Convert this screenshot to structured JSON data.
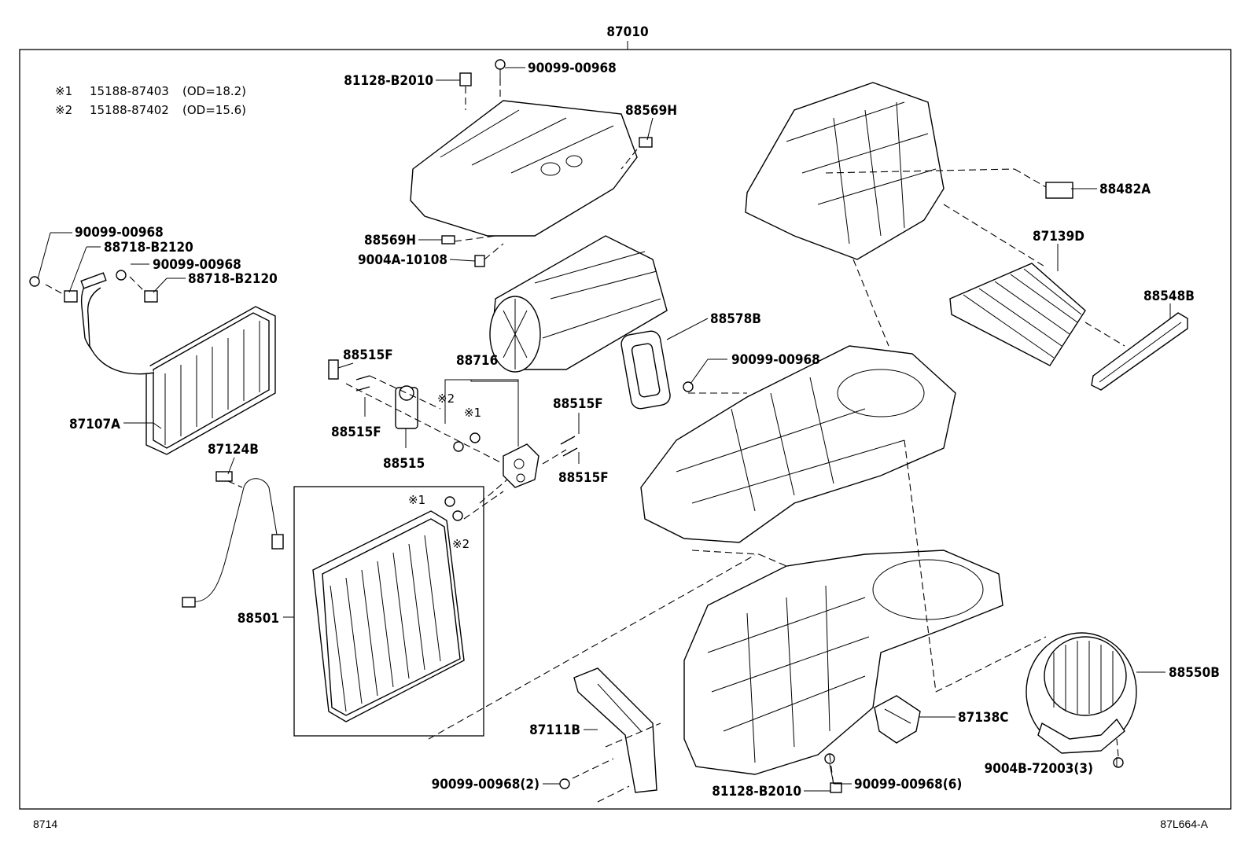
{
  "diagram": {
    "top_label": "87010",
    "footer_left": "8714",
    "footer_right": "87L664-A",
    "notes": [
      {
        "mark": "※1",
        "part": "15188-87403",
        "spec": "(OD=18.2)"
      },
      {
        "mark": "※2",
        "part": "15188-87402",
        "spec": "(OD=15.6)"
      }
    ],
    "callouts": [
      "81128-B2010",
      "90099-00968",
      "88569H",
      "88569H",
      "9004A-10108",
      "88482A",
      "87139D",
      "88548B",
      "88578B",
      "90099-00968",
      "90099-00968",
      "88718-B2120",
      "90099-00968",
      "88718-B2120",
      "87107A",
      "87124B",
      "88515F",
      "88515F",
      "88515",
      "88716",
      "※2",
      "※1",
      "88515F",
      "88515F",
      "※1",
      "※2",
      "88501",
      "87111B",
      "90099-00968(2)",
      "81128-B2010",
      "90099-00968(6)",
      "87138C",
      "88550B",
      "9004B-72003(3)"
    ]
  }
}
